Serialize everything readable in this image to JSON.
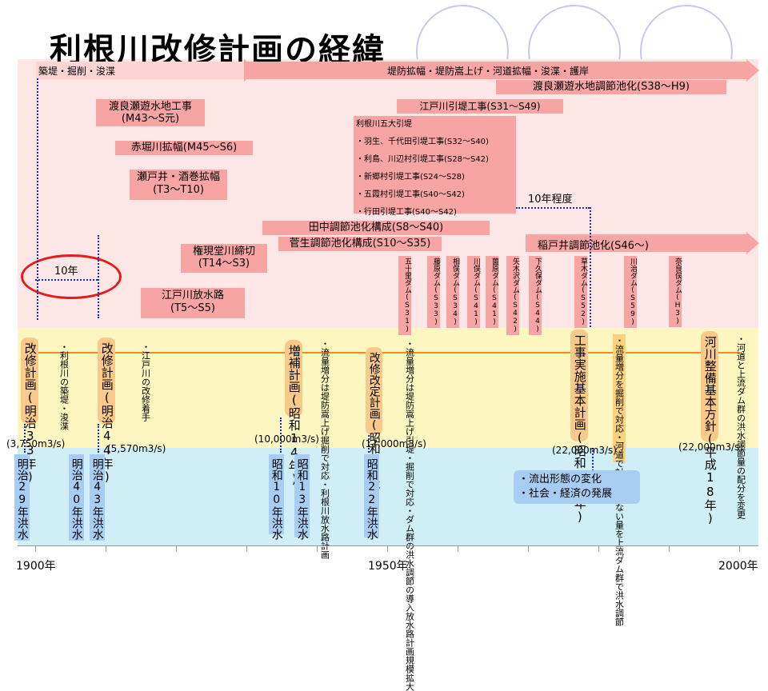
{
  "title": "利根川改修計画の経緯",
  "top": {
    "left_arrow_label": "築堤・掘削・浚渫",
    "right_arrow_label": "堤防拡幅・堤防嵩上げ・河道拡幅・浚渫・護岸",
    "watarase_chouseichi_ka": "渡良瀬遊水地調節池化(S38～H9)",
    "edogawa_hikitei": "江戸川引堤工事(S31～S49)",
    "watarase_yusuichi": [
      "渡良瀬遊水地工事",
      "(M43～S元)"
    ],
    "akahori_kakufuku": "赤堀川拡幅(M45～S6)",
    "seto_sakai": [
      "瀬戸井・酒巻拡幅",
      "(T3～T10)"
    ],
    "tone_five": {
      "title": "利根川五大引堤",
      "items": [
        "・羽生、千代田引堤工事(S32～S40)",
        "・利島、川辺村引堤工事(S28～S42)",
        "・新郷村引堤工事(S24～S28)",
        "・五霞村引堤工事(S40～S42)",
        "・行田引堤工事(S40～S42)"
      ]
    },
    "ten_years_approx": "10年程度",
    "tanaka": "田中調節池化構成(S8～S40)",
    "sugao": "菅生調節池化構成(S10～S35)",
    "inarii": "稲戸井調節池化(S46～)",
    "gongendo": [
      "権現堂川締切",
      "(T14～S3)"
    ],
    "edogawa_hosui": [
      "江戸川放水路",
      "(T5～S5)"
    ],
    "ten_years": "10年"
  },
  "dams": [
    "五十里ダム(S31)",
    "藤原ダム(S33)",
    "相俣ダム(S34)",
    "川俣ダム(S41)",
    "薗原ダム(S41)",
    "矢木沢ダム(S42)",
    "下久保ダム(S44)",
    "草木ダム(S52)",
    "川治ダム(S59)",
    "奈良俣ダム(H3)"
  ],
  "plans": [
    {
      "main": "改修計画",
      "sub": "(明治33年)"
    },
    {
      "main": "改修計画",
      "sub": "(明治44年)"
    },
    {
      "main": "増補計画",
      "sub": "(昭和14年)"
    },
    {
      "main": "改修改定計画",
      "sub": "(昭和24年)"
    },
    {
      "main": "工事実施基本計画",
      "sub": "(昭和55年)"
    },
    {
      "main": "河川整備基本方針",
      "sub": "(平成18年)"
    }
  ],
  "notes": {
    "n1": "・利根川の築堤・浚渫",
    "n2": "・江戸川の改修着手",
    "n3": [
      "・流量増分は堤防嵩上げ",
      "掘削で対応",
      "・利根川放水路計画"
    ],
    "n4": [
      "・流量増分は堤防嵩上げ",
      "引堤・掘削で対応",
      "・ダム群の洪水調節の導入",
      "放水路計画規模拡大"
    ],
    "n5": [
      "・流量増分を掘削で対応",
      "・河道で対応できない量を",
      "上流ダム群で洪水調節"
    ],
    "n6": [
      "・河道と上流ダム群の洪",
      "水調節量の配分を変更"
    ]
  },
  "discharges": [
    "(3,750m3/s)",
    "(5,570m3/s)",
    "(10,000m3/s)",
    "(17,000m3/s)",
    "(22,000m3/s)",
    "(22,000m3/s)"
  ],
  "floods": [
    "明治29年洪水",
    "明治40年洪水",
    "明治43年洪水",
    "昭和10年洪水",
    "昭和13年洪水",
    "昭和22年洪水"
  ],
  "changes": [
    "・流出形態の変化",
    "・社会・経済の発展"
  ],
  "years": [
    "1900年",
    "1950年",
    "2000年"
  ],
  "colors": {
    "bar": "#f7a4a4",
    "plan": "#f9c98a",
    "flood": "#a8cdf2",
    "pink_zone": "#fce6e6",
    "yellow_zone": "#fdf6c0",
    "blue_zone": "#cfeef5",
    "red_circle": "#e31b1b"
  }
}
